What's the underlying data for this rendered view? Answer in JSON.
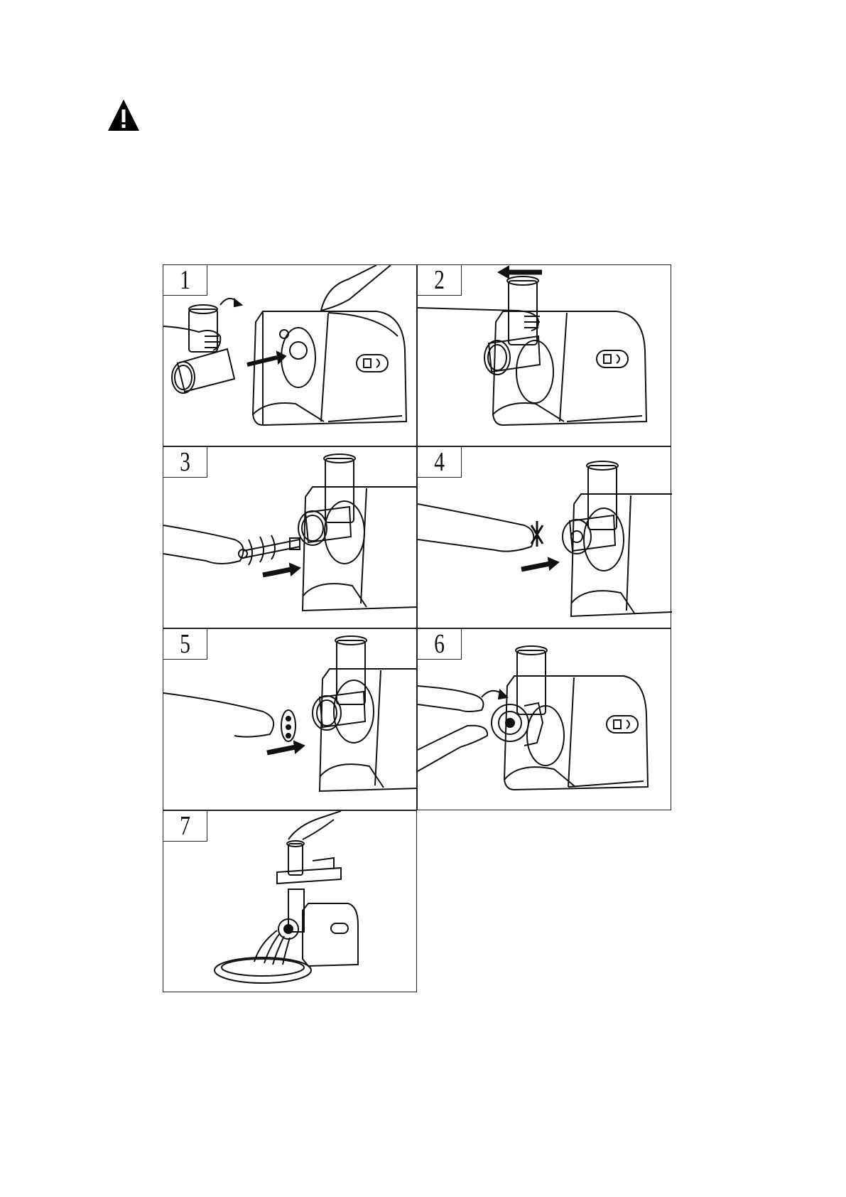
{
  "icons": {
    "warning": "warning-triangle-icon"
  },
  "steps": [
    {
      "number": "1",
      "icon": "attach-grinder-head-illustration"
    },
    {
      "number": "2",
      "icon": "turn-head-illustration"
    },
    {
      "number": "3",
      "icon": "insert-auger-illustration"
    },
    {
      "number": "4",
      "icon": "insert-blade-illustration"
    },
    {
      "number": "5",
      "icon": "insert-plate-illustration"
    },
    {
      "number": "6",
      "icon": "screw-ring-illustration"
    },
    {
      "number": "7",
      "icon": "mince-food-illustration"
    }
  ],
  "colors": {
    "line": "#111111",
    "background": "#ffffff"
  }
}
